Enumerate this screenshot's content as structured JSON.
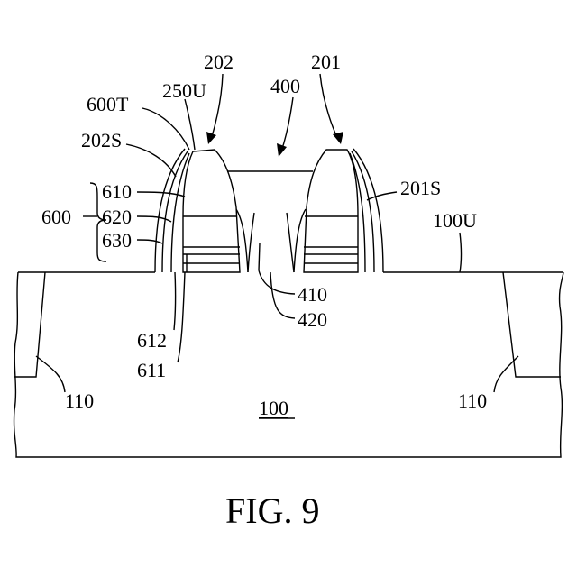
{
  "labels": {
    "l202": "202",
    "l201": "201",
    "l400": "400",
    "l600T": "600T",
    "l250U": "250U",
    "l202S": "202S",
    "l610": "610",
    "l600": "600",
    "l620": "620",
    "l630": "630",
    "l201S": "201S",
    "l100U": "100U",
    "l410": "410",
    "l420": "420",
    "l612": "612",
    "l611": "611",
    "l110_left": "110",
    "l100": "100",
    "l110_right": "110"
  },
  "caption": "FIG. 9"
}
